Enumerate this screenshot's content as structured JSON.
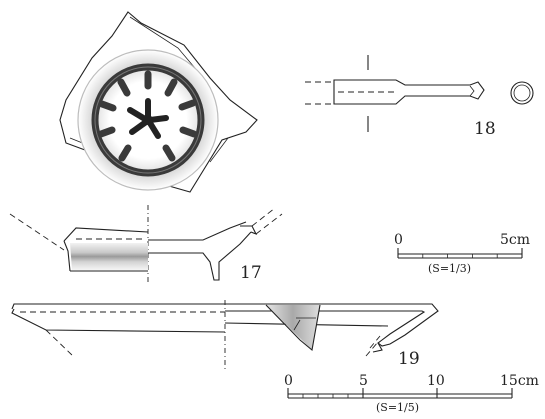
{
  "figure": {
    "items": [
      {
        "id": "17",
        "label": "17"
      },
      {
        "id": "18",
        "label": "18"
      },
      {
        "id": "19",
        "label": "19"
      }
    ],
    "scale_small": {
      "ticks": [
        "0",
        "5cm"
      ],
      "note": "(S=1/3)"
    },
    "scale_large": {
      "ticks": [
        "0",
        "5",
        "10",
        "15cm"
      ],
      "note": "(S=1/5)"
    },
    "colors": {
      "ink": "#222222",
      "glaze_dark": "#3a3a3a",
      "glaze_mid": "#888888",
      "glaze_light": "#bdbdbd"
    }
  }
}
